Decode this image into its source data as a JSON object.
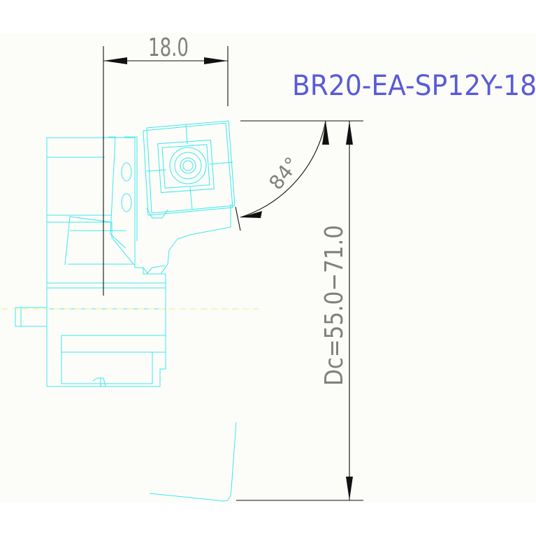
{
  "part_number": "BR20-EA-SP12Y-18",
  "dimensions": {
    "width": "18.0",
    "angle": "84°",
    "diameter": "Dc=55.0−71.0"
  },
  "colors": {
    "background": "#fcfdf8",
    "outline": "#3ee6ee",
    "dimension": "#111111",
    "dimension_text": "#808080",
    "part_label": "#5a5ad8",
    "centerline": "#ecec8c"
  }
}
